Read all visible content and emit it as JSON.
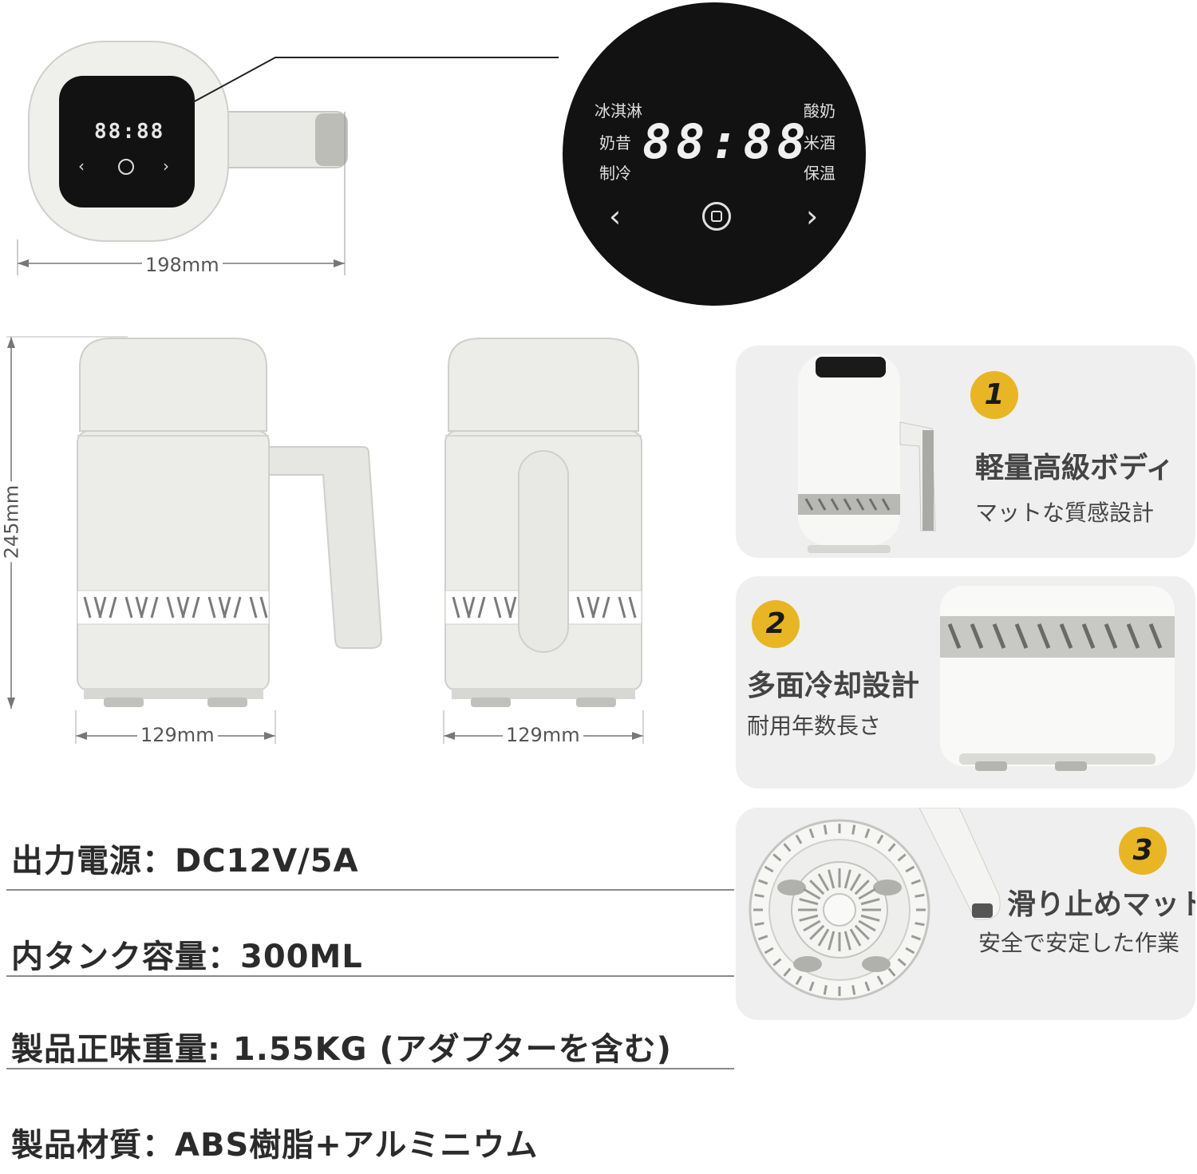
{
  "dimensions": {
    "width_top": "198mm",
    "height": "245mm",
    "width_front": "129mm",
    "width_side": "129mm"
  },
  "control_panel": {
    "display": "88:88",
    "left_modes": [
      "冰淇淋",
      "奶昔",
      "制冷"
    ],
    "right_modes": [
      "酸奶",
      "米酒",
      "保温"
    ]
  },
  "specs": [
    "出力電源：DC12V/5A",
    "内タンク容量：300ML",
    "製品正味重量: 1.55KG (アダプターを含む)",
    "製品材質：ABS樹脂+アルミニウム"
  ],
  "features": [
    {
      "number": "1",
      "title": "軽量高級ボディ",
      "subtitle": "マットな質感設計"
    },
    {
      "number": "2",
      "title": "多面冷却設計",
      "subtitle": "耐用年数長さ"
    },
    {
      "number": "3",
      "title": "滑り止めマット",
      "subtitle": "安全で安定した作業"
    }
  ],
  "colors": {
    "body": "#ecece8",
    "panel": "#111111",
    "badge": "#e8b524",
    "card_bg": "#efefef"
  }
}
